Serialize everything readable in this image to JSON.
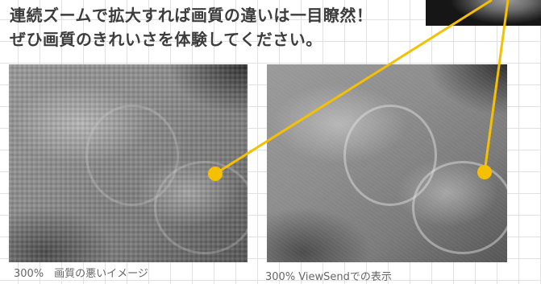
{
  "headline": {
    "line1": "連続ズームで拡大すれば画質の違いは一目瞭然！",
    "line2": "ぜひ画質のきれいさを体験してください。"
  },
  "captions": {
    "left": "300%　画質の悪いイメージ",
    "right": "300% ViewSendでの表示"
  },
  "colors": {
    "accent": "#f5c000",
    "headline_text": "#3c3c3c",
    "caption_text": "#666666",
    "grid": "#e1e1e1"
  }
}
